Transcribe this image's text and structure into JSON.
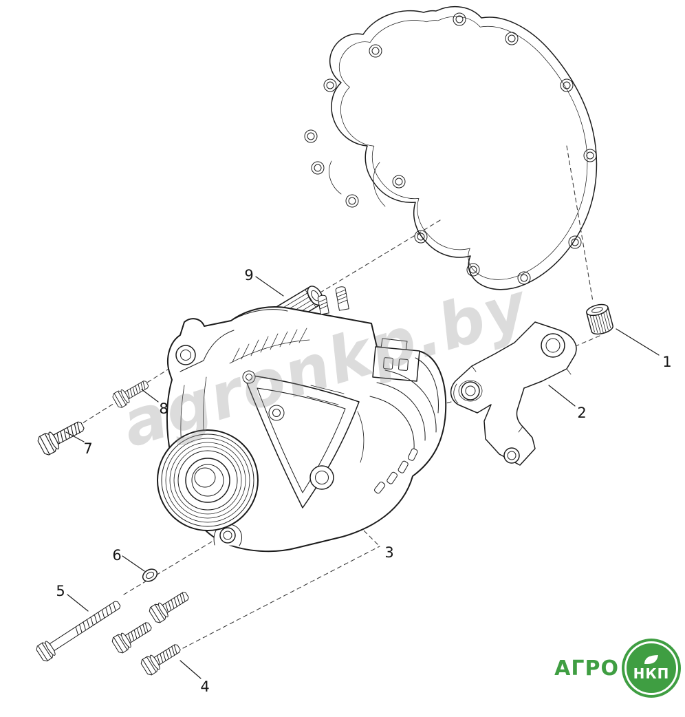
{
  "diagram": {
    "type": "exploded-parts-diagram",
    "callouts": [
      {
        "number": "1",
        "part": "bushing-spacer"
      },
      {
        "number": "2",
        "part": "mounting-bracket"
      },
      {
        "number": "3",
        "part": "alternator"
      },
      {
        "number": "4",
        "part": "bolt-set"
      },
      {
        "number": "5",
        "part": "long-bolt"
      },
      {
        "number": "6",
        "part": "washer"
      },
      {
        "number": "7",
        "part": "flange-bolt"
      },
      {
        "number": "8",
        "part": "flange-bolt"
      },
      {
        "number": "9",
        "part": "ribbed-spacer"
      }
    ]
  },
  "watermark": {
    "text": "agronkp.by"
  },
  "logo": {
    "left_text": "АГРО",
    "badge_text": "НКП",
    "green": "#3f9e42"
  },
  "colors": {
    "line": "#1b1b1b",
    "background": "#ffffff"
  }
}
